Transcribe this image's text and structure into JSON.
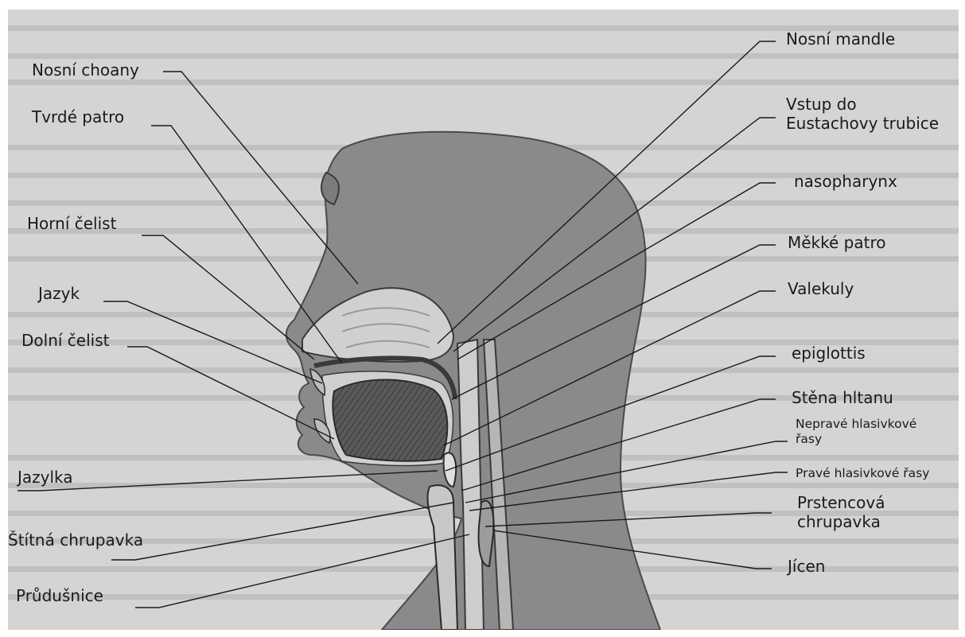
{
  "labels": {
    "left": {
      "nosni_choany": "Nosní choany",
      "tvrde_patro": "Tvrdé patro",
      "horni_celist": "Horní čelist",
      "jazyk": "Jazyk",
      "dolni_celist": "Dolní čelist",
      "jazylka": "Jazylka",
      "stitna_chrupavka": "Štítná chrupavka",
      "prudusnice": "Průdušnice"
    },
    "right": {
      "nosni_mandle": "Nosní mandle",
      "vstup_eustachovy": "Vstup do\nEustachovy trubice",
      "nasopharynx": "nasopharynx",
      "mekke_patro": "Měkké patro",
      "valekuly": "Valekuly",
      "epiglottis": "epiglottis",
      "stena_hltanu": "Stěna hltanu",
      "neprave_hlasivkove": "Nepravé hlasivkové\nřasy",
      "prave_hlasivkove": "Pravé hlasivkové řasy",
      "prstencova": "Prstencová\nchrupavka",
      "jicen": "Jícen"
    }
  },
  "colors": {
    "page": "#d6d4d2",
    "head": "#8a8a8a",
    "interior": "#c8c8c6",
    "tongue": "#555555",
    "leader": "#1a1a1a"
  }
}
